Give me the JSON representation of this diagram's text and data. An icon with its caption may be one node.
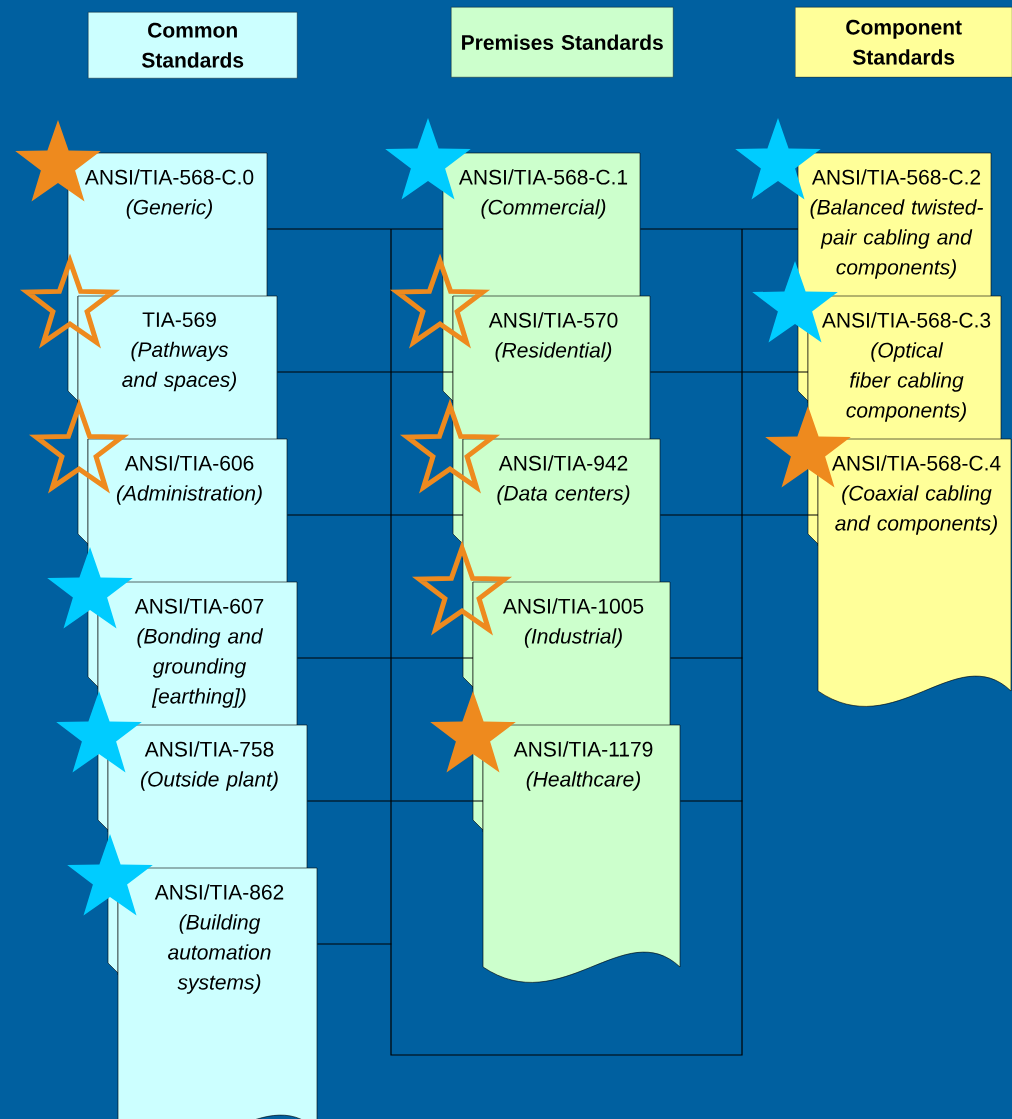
{
  "diagram": {
    "nodes": [
      {
        "text": [
          "Common Standards"
        ]
      },
      {
        "text": [
          "Premises Standards"
        ]
      },
      {
        "text": [
          "Component Standards"
        ]
      },
      {
        "text": [
          "ANSI/TIA-568-C.0",
          "(Generic)"
        ]
      },
      {
        "text": [
          "TIA-569",
          "(Pathways and spaces)"
        ]
      },
      {
        "text": [
          "ANSI/TIA-606",
          "(Administration)"
        ]
      },
      {
        "text": [
          "ANSI/TIA-607",
          "(Bonding and grounding [earthing])"
        ]
      },
      {
        "text": [
          "ANSI/TIA-758",
          "(Outside plant)"
        ]
      },
      {
        "text": [
          "ANSI/TIA-862",
          "(Building automation systems)"
        ]
      },
      {
        "text": [
          "ANSI/TIA-568-C.1",
          "(Commercial)"
        ]
      },
      {
        "text": [
          "ANSI/TIA-570",
          "(Residential)"
        ]
      },
      {
        "text": [
          "ANSI/TIA-942",
          "(Data centers)"
        ]
      },
      {
        "text": [
          "ANSI/TIA-1005",
          "(Industrial)"
        ]
      },
      {
        "text": [
          "ANSI/TIA-1179",
          "(Healthcare)"
        ]
      },
      {
        "text": [
          "ANSI/TIA-568-C.2",
          "(Balanced twisted-pair cabling and components)"
        ]
      },
      {
        "text": [
          "ANSI/TIA-568-C.3",
          "(Optical fiber cabling components)"
        ]
      },
      {
        "text": [
          "ANSI/TIA-568-C.4",
          "(Coaxial cabling and components)"
        ]
      }
    ],
    "edges": [
      {
        "from": 3,
        "to": 9,
        "arrow": "none"
      },
      {
        "from": 9,
        "to": 14,
        "arrow": "none"
      },
      {
        "from": 4,
        "to": 10,
        "arrow": "none"
      },
      {
        "from": 10,
        "to": 15,
        "arrow": "none"
      },
      {
        "from": 5,
        "to": 11,
        "arrow": "none"
      },
      {
        "from": 11,
        "to": 16,
        "arrow": "none"
      },
      {
        "from": 6,
        "to": 12,
        "arrow": "none"
      },
      {
        "from": 12,
        "to": null,
        "arrow": "none"
      },
      {
        "from": 7,
        "to": 13,
        "arrow": "none"
      },
      {
        "from": 13,
        "to": null,
        "arrow": "none"
      },
      {
        "from": 8,
        "to": null,
        "arrow": "none"
      }
    ]
  }
}
